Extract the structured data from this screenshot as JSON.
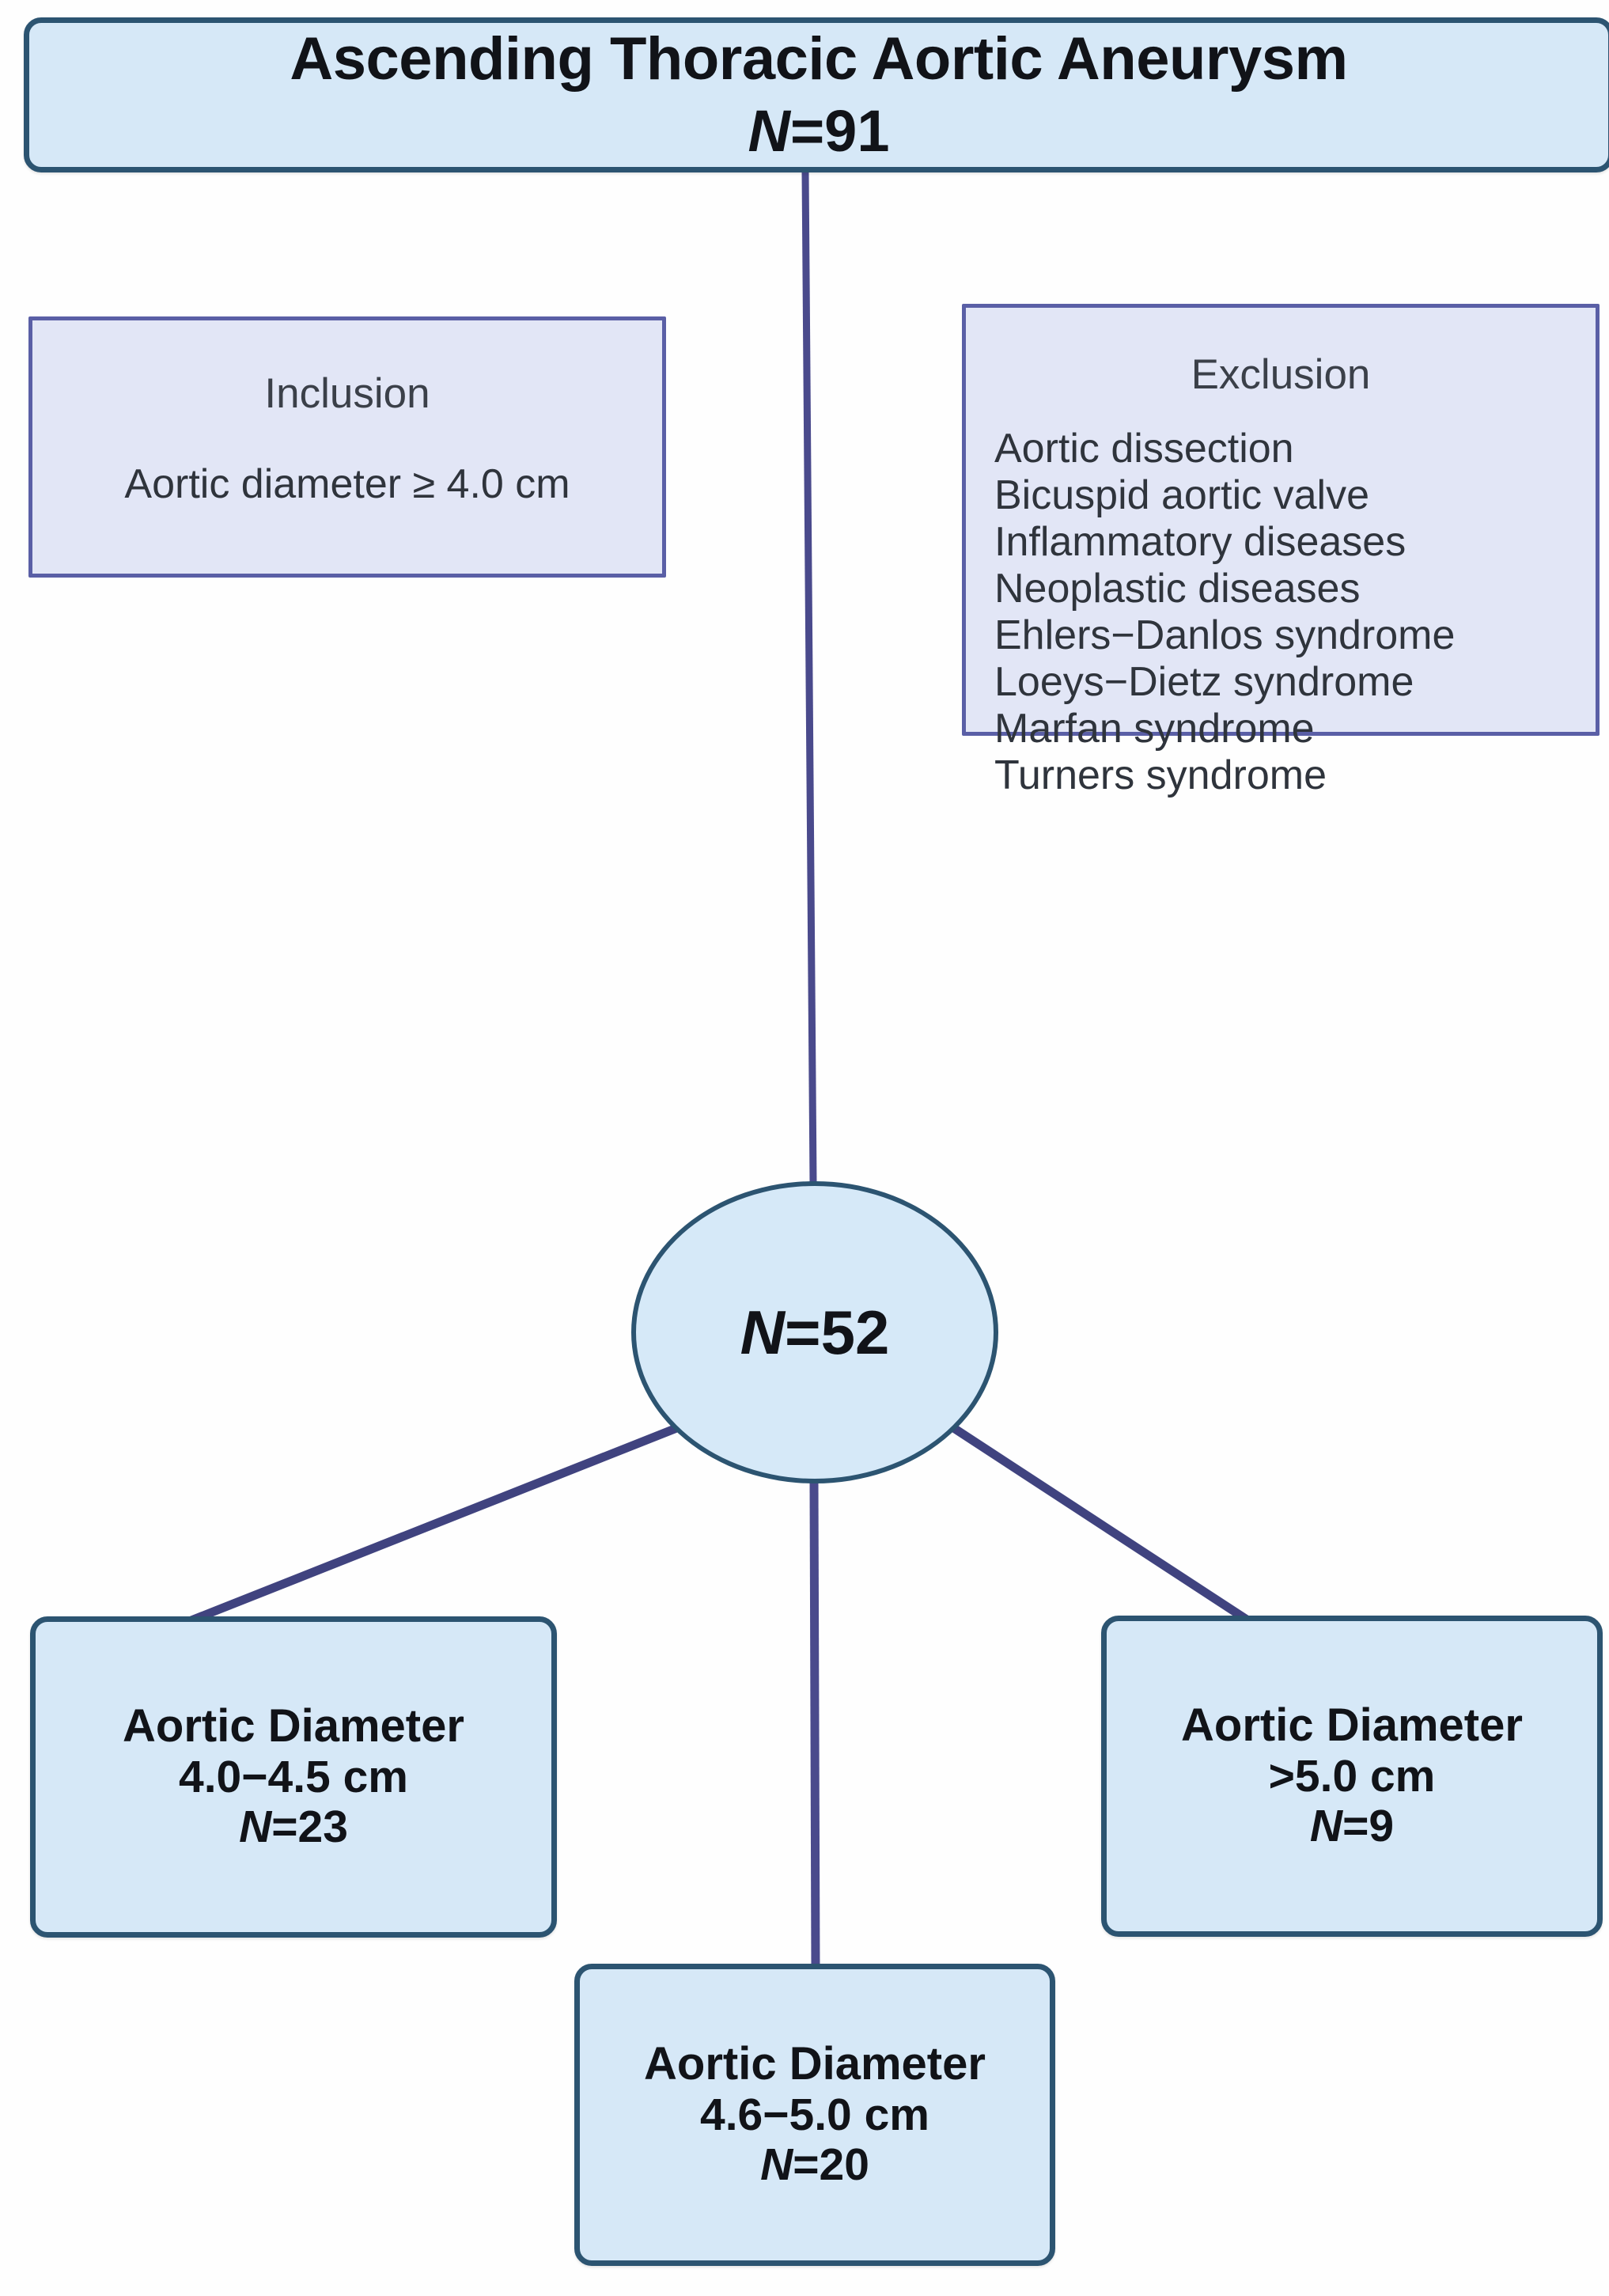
{
  "diagram": {
    "type": "flowchart",
    "title": "Study cohort selection flow diagram",
    "colors": {
      "box_fill": "#d6e8f7",
      "box_border": "#2c5471",
      "criteria_fill": "#e2e6f6",
      "criteria_border": "#5a5fa6",
      "connector": "#4a4a8c",
      "background": "#ffffff",
      "text": "#111318"
    }
  },
  "root": {
    "label": "Ascending Thoracic Aortic Aneurysm",
    "n_prefix": "N",
    "n_value": "=91",
    "n_full": "N=91"
  },
  "inclusion": {
    "heading": "Inclusion",
    "criteria": "Aortic diameter ≥ 4.0 cm"
  },
  "exclusion": {
    "heading": "Exclusion",
    "items": [
      "Aortic dissection",
      "Bicuspid aortic valve",
      "Inflammatory diseases",
      "Neoplastic diseases",
      "Ehlers−Danlos syndrome",
      "Loeys−Dietz syndrome",
      "Marfan syndrome",
      "Turners syndrome"
    ]
  },
  "cohort": {
    "n_prefix": "N",
    "n_value": "=52",
    "n_full": "N=52"
  },
  "groups": [
    {
      "id": "left",
      "title": "Aortic Diameter",
      "range": "4.0−4.5 cm",
      "n_prefix": "N",
      "n_value": "=23",
      "n_full": "N=23"
    },
    {
      "id": "mid",
      "title": "Aortic Diameter",
      "range": "4.6−5.0 cm",
      "n_prefix": "N",
      "n_value": "=20",
      "n_full": "N=20"
    },
    {
      "id": "right",
      "title": "Aortic Diameter",
      "range": ">5.0 cm",
      "n_prefix": "N",
      "n_value": "=9",
      "n_full": "N=9"
    }
  ]
}
